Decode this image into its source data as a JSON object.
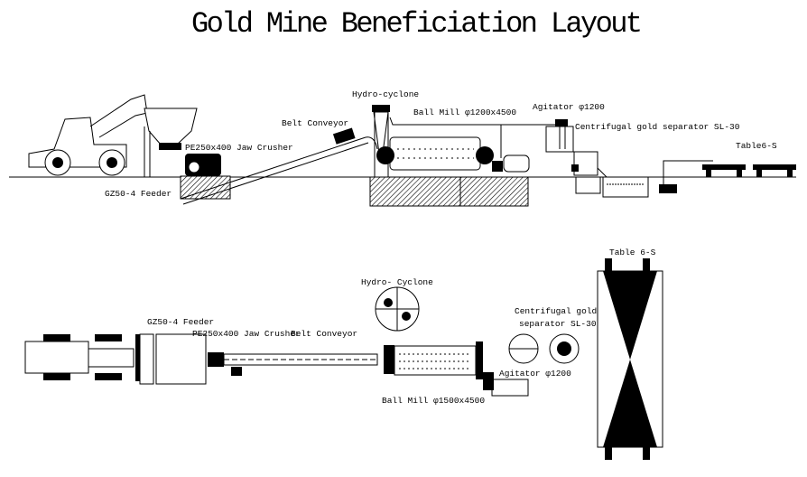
{
  "title": "Gold Mine Beneficiation Layout",
  "elevation_view": {
    "labels": {
      "hydro_cyclone": "Hydro-cyclone",
      "ball_mill": "Ball Mill φ1200x4500",
      "agitator": "Agitator φ1200",
      "centrifugal": "Centrifugal gold separator SL-30",
      "belt_conveyor": "Belt Conveyor",
      "jaw_crusher": "PE250x400 Jaw Crusher",
      "table": "Table6-S",
      "feeder": "GZ50-4 Feeder"
    }
  },
  "plan_view": {
    "labels": {
      "table": "Table 6-S",
      "hydro_cyclone": "Hydro- Cyclone",
      "centrifugal_line1": "Centrifugal gold",
      "centrifugal_line2": "separator SL-30",
      "feeder": "GZ50-4 Feeder",
      "jaw_crusher": "PE250x400 Jaw Crusher",
      "belt_conveyor": "Belt Conveyor",
      "agitator": "Agitator φ1200",
      "ball_mill": "Ball Mill φ1500x4500"
    }
  }
}
